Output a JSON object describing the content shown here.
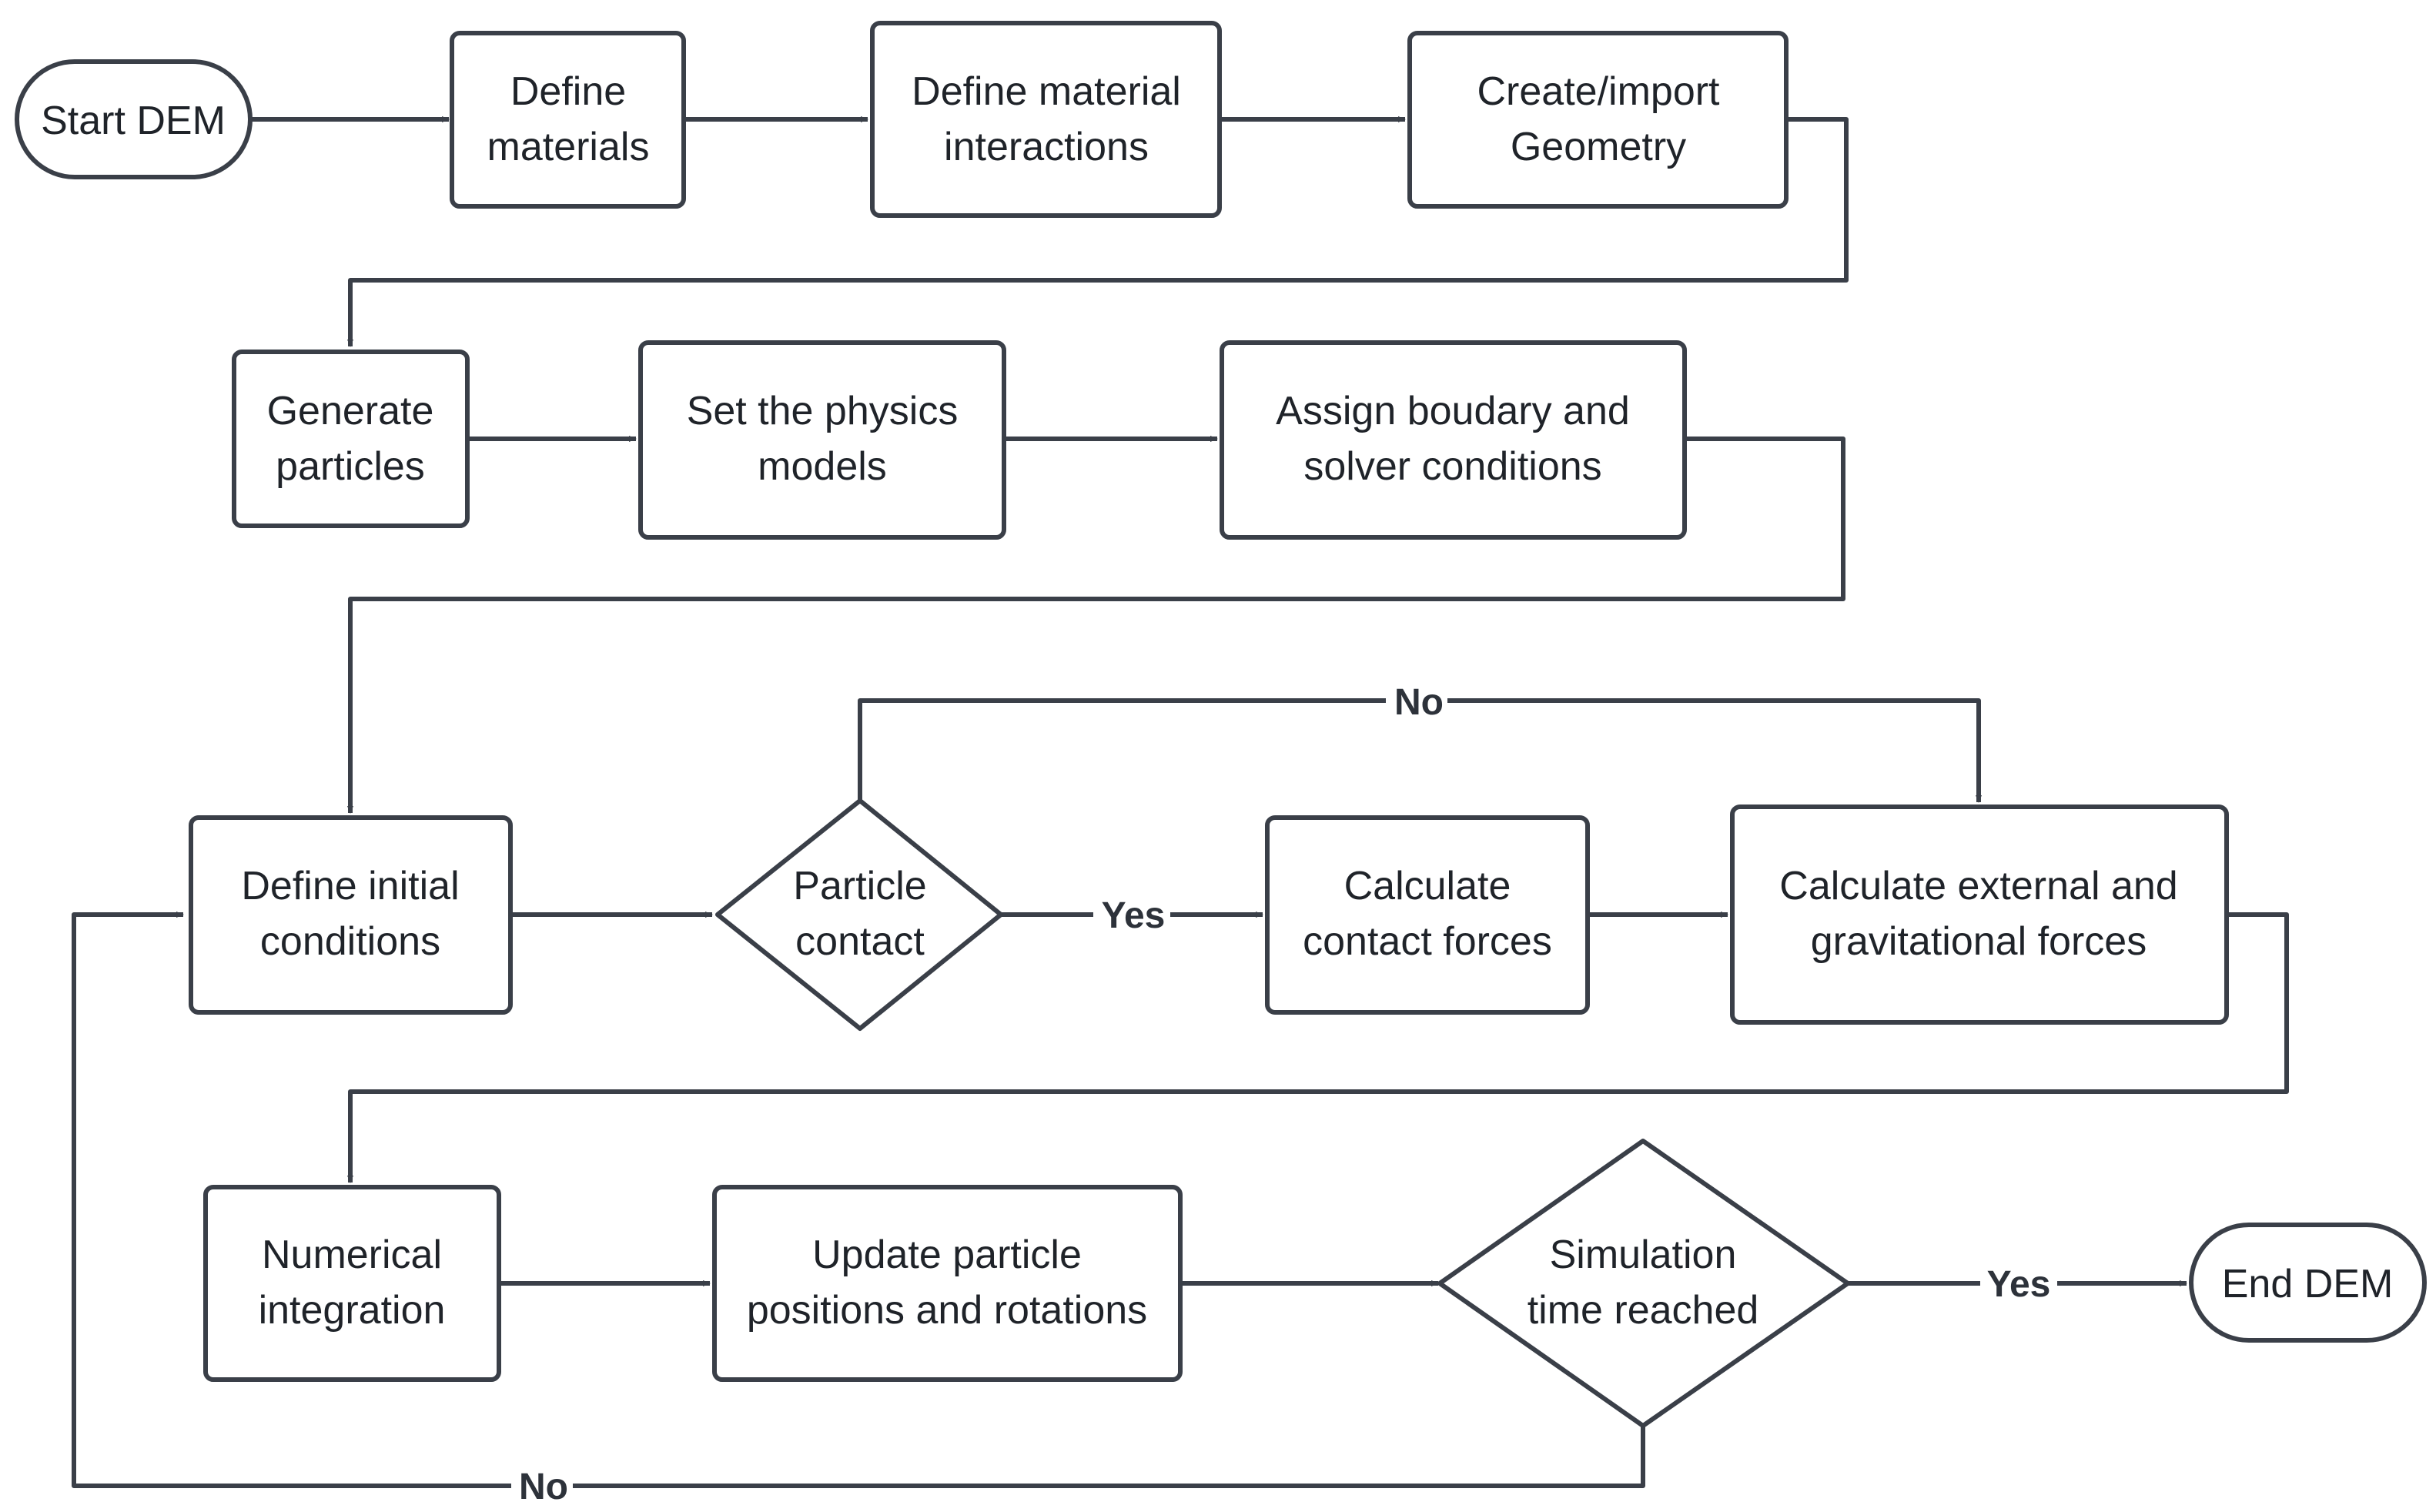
{
  "colors": {
    "stroke": "#3a3f48",
    "text": "#1f2329",
    "background": "#ffffff"
  },
  "nodes": {
    "start_dem": "Start DEM",
    "define_materials": [
      "Define",
      "materials"
    ],
    "define_material_interactions": [
      "Define material",
      "interactions"
    ],
    "create_import_geometry": [
      "Create/import",
      "Geometry"
    ],
    "generate_particles": [
      "Generate",
      "particles"
    ],
    "set_physics_models": [
      "Set the physics",
      "models"
    ],
    "assign_boundary_solver": [
      "Assign boudary and",
      "solver conditions"
    ],
    "define_initial_conditions": [
      "Define initial",
      "conditions"
    ],
    "particle_contact": [
      "Particle",
      "contact"
    ],
    "calculate_contact_forces": [
      "Calculate",
      "contact forces"
    ],
    "calculate_external_gravitational": [
      "Calculate external and",
      "gravitational forces"
    ],
    "numerical_integration": [
      "Numerical",
      "integration"
    ],
    "update_particle_positions": [
      "Update particle",
      "positions and rotations"
    ],
    "simulation_time_reached": [
      "Simulation",
      "time reached"
    ],
    "end_dem": "End DEM"
  },
  "edge_labels": {
    "contact_no": "No",
    "contact_yes": "Yes",
    "time_yes": "Yes",
    "time_no": "No"
  }
}
